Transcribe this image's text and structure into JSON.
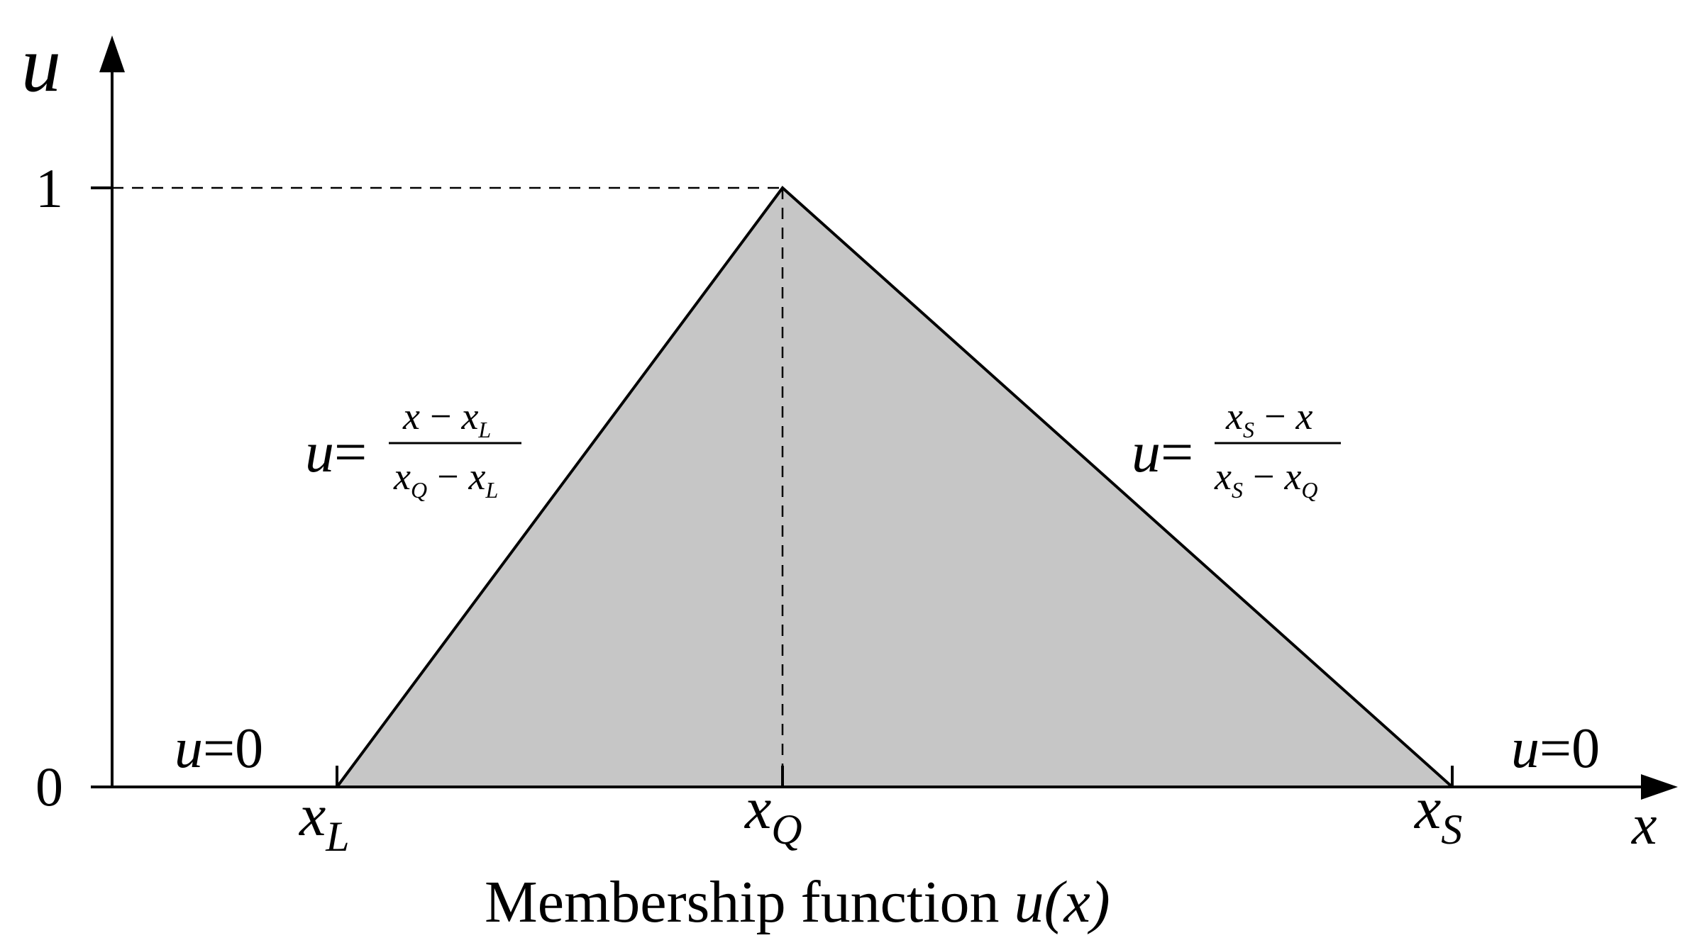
{
  "colors": {
    "fill": "#c6c6c6",
    "stroke": "#000000",
    "background": "#ffffff"
  },
  "axes": {
    "y_label": "u",
    "x_label": "x",
    "y_ticks": [
      "1",
      "0"
    ]
  },
  "points": {
    "xL": {
      "base": "x",
      "sub": "L"
    },
    "xQ": {
      "base": "x",
      "sub": "Q"
    },
    "xS": {
      "base": "x",
      "sub": "S"
    }
  },
  "regions": {
    "left_zero": "u=0",
    "right_zero": "u=0"
  },
  "formulas": {
    "left": {
      "lhs": "u=",
      "num": {
        "a": "x",
        "op": "−",
        "b": "x",
        "b_sub": "L"
      },
      "den": {
        "a": "x",
        "a_sub": "Q",
        "op": "−",
        "b": "x",
        "b_sub": "L"
      }
    },
    "right": {
      "lhs": "u=",
      "num": {
        "a": "x",
        "a_sub": "S",
        "op": "−",
        "b": "x"
      },
      "den": {
        "a": "x",
        "a_sub": "S",
        "op": "−",
        "b": "x",
        "b_sub": "Q"
      }
    }
  },
  "caption": {
    "text": "Membership function ",
    "italic": "u(x)"
  }
}
